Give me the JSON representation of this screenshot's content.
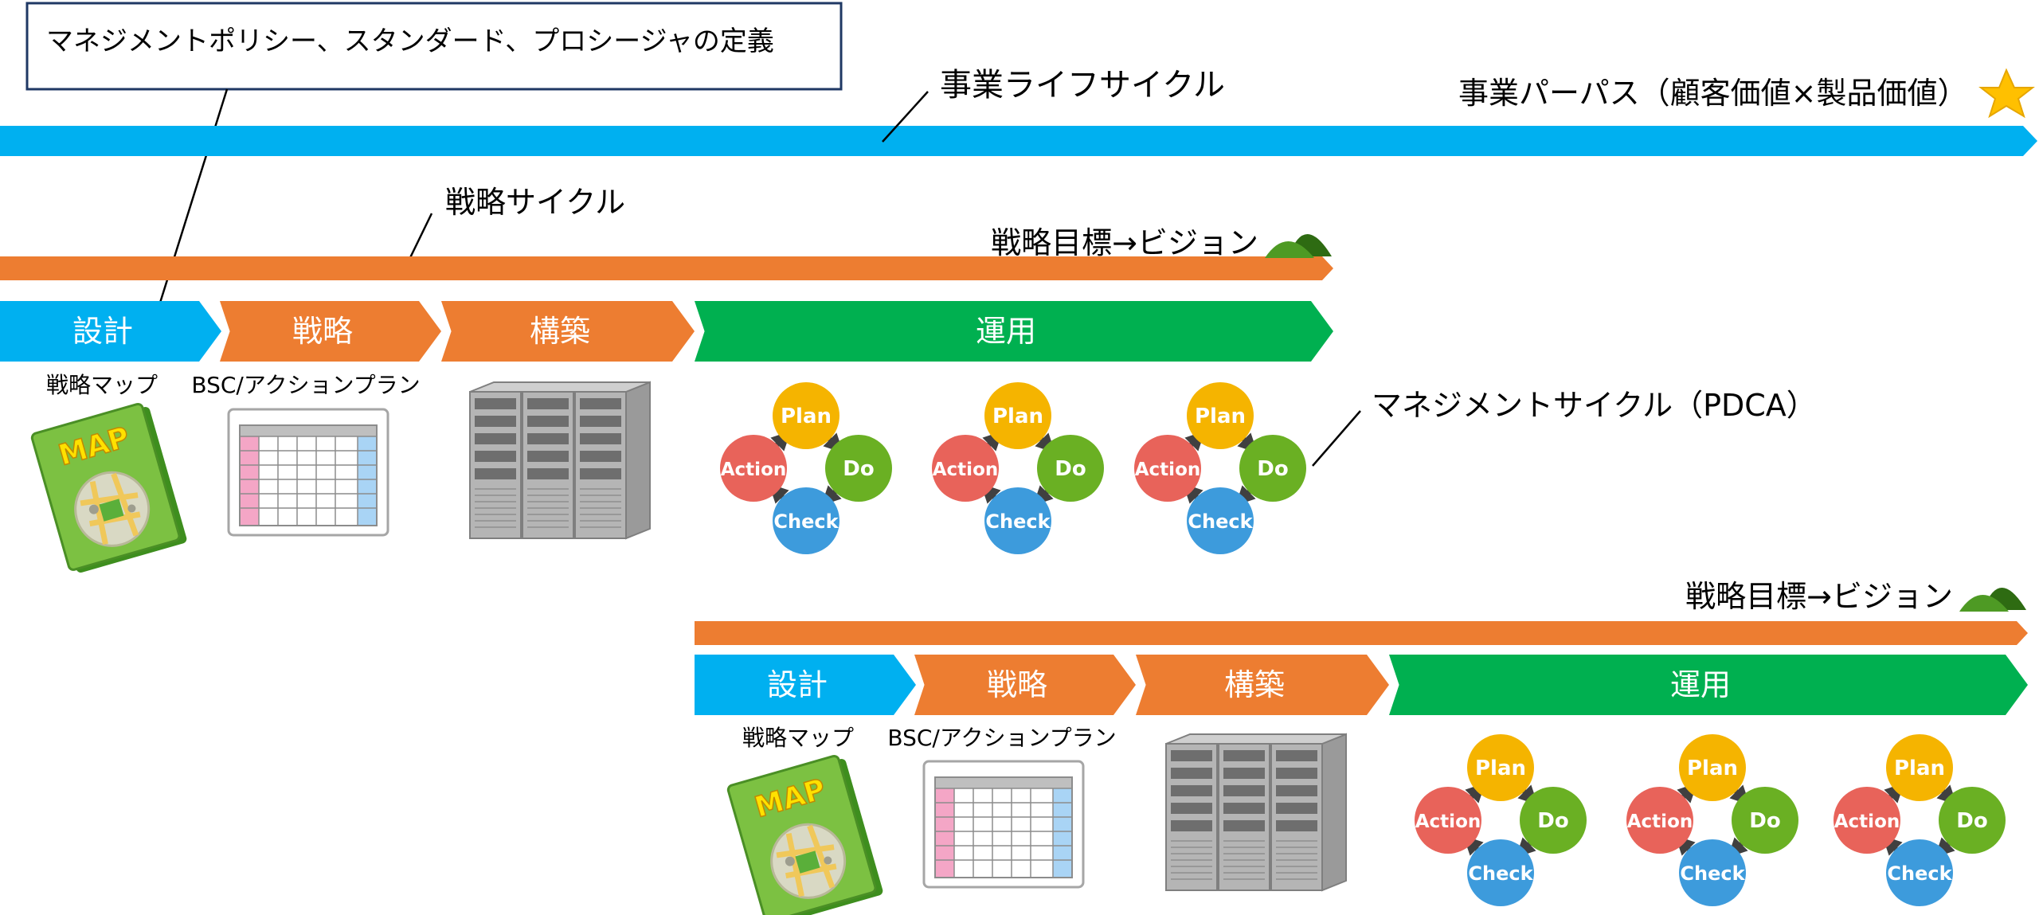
{
  "callout": {
    "text": "マネジメントポリシー、スタンダード、プロシージャの定義"
  },
  "business": {
    "cycle_label": "事業ライフサイクル",
    "purpose_label": "事業パーパス（顧客価値×製品価値）",
    "arrow_color": "#00B0F0",
    "goal_icon": "star-icon"
  },
  "strategy_cycle_label": "戦略サイクル",
  "management_cycle_label": "マネジメントサイクル（PDCA）",
  "colors": {
    "design": "#00B0F0",
    "strategy": "#ED7D31",
    "build": "#ED7D31",
    "operate": "#00B050",
    "plan": "#F5B400",
    "do": "#6AB023",
    "check": "#3D9BDC",
    "action": "#E8635A"
  },
  "pdca": {
    "plan": "Plan",
    "do": "Do",
    "check": "Check",
    "action": "Action"
  },
  "map_icon_text": "MAP",
  "cycles": [
    {
      "goal_label": "戦略目標→ビジョン",
      "goal_icon": "mountain-icon",
      "phases": {
        "design": "設計",
        "strategy": "戦略",
        "build": "構築",
        "operate": "運用"
      },
      "captions": {
        "map": "戦略マップ",
        "bsc": "BSC/アクションプラン"
      }
    },
    {
      "goal_label": "戦略目標→ビジョン",
      "goal_icon": "mountain-icon",
      "phases": {
        "design": "設計",
        "strategy": "戦略",
        "build": "構築",
        "operate": "運用"
      },
      "captions": {
        "map": "戦略マップ",
        "bsc": "BSC/アクションプラン"
      }
    }
  ]
}
